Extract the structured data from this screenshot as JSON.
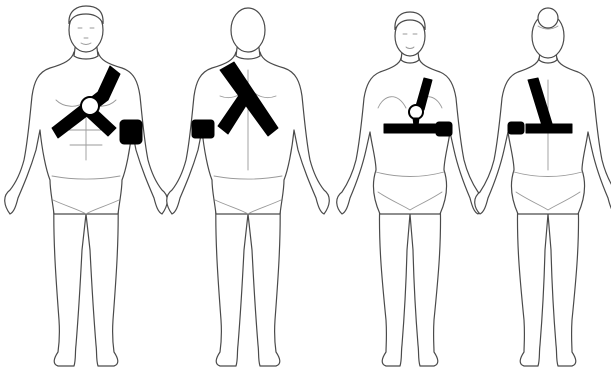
{
  "diagram": {
    "figures": [
      {
        "id": "male-front",
        "sex": "male",
        "view": "front",
        "device": "chest-shoulder-harness",
        "armband": "left-upper-arm"
      },
      {
        "id": "male-back",
        "sex": "male",
        "view": "back",
        "device": "shoulder-harness",
        "armband": "left-upper-arm"
      },
      {
        "id": "female-front",
        "sex": "female",
        "view": "front",
        "device": "chest-strap-harness",
        "armband": "left-upper-arm"
      },
      {
        "id": "female-back",
        "sex": "female",
        "view": "back",
        "device": "back-strap-harness",
        "armband": "left-upper-arm"
      }
    ],
    "colors": {
      "background": "#ffffff",
      "outline": "#4a4a4a",
      "equipment": "#000000"
    }
  }
}
